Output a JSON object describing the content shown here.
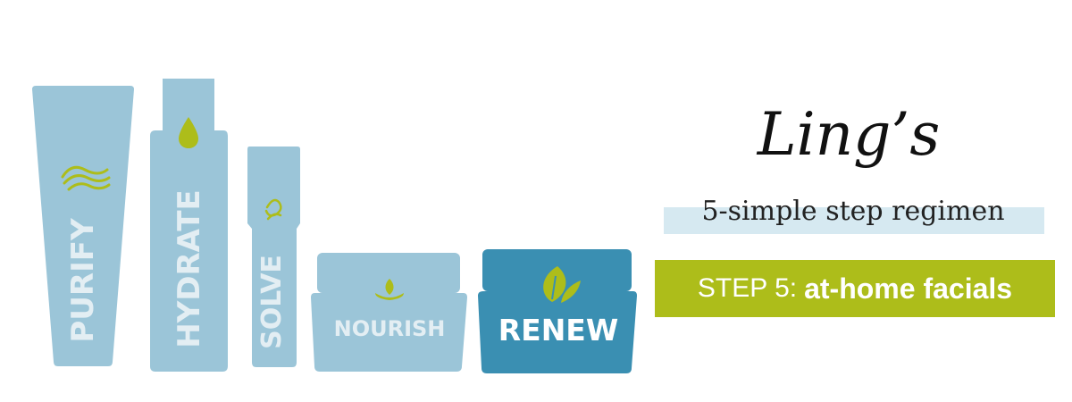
{
  "colors": {
    "bottle_blue": "#9bc5d8",
    "renew_blue": "#3a8fb2",
    "accent_green": "#adbd1a",
    "label_white": "#e3eef3",
    "band_blue": "#d6e9f1"
  },
  "products": [
    {
      "label": "PURIFY",
      "icon": "wave-icon"
    },
    {
      "label": "HYDRATE",
      "icon": "droplet-icon"
    },
    {
      "label": "SOLVE",
      "icon": "spiral-icon"
    },
    {
      "label": "NOURISH",
      "icon": "lotus-icon"
    },
    {
      "label": "RENEW",
      "icon": "leaf-icon"
    }
  ],
  "brand": "Ling’s",
  "subtitle": "5-simple step regimen",
  "step": {
    "prefix": "STEP 5:",
    "title": "at-home facials"
  }
}
